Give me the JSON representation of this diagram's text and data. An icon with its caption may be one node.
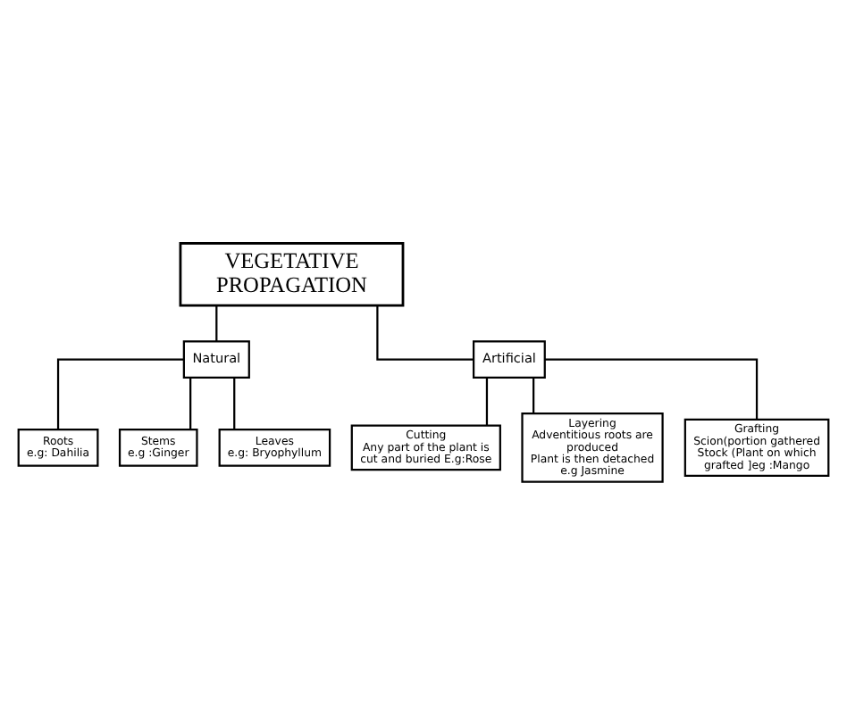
{
  "diagram": {
    "nodes": [
      {
        "text": [
          "VEGETATIVE PROPAGATION"
        ]
      },
      {
        "text": [
          "Natural"
        ]
      },
      {
        "text": [
          "Artificial"
        ]
      },
      {
        "text": [
          "Roots",
          "e.g: Dahilia"
        ]
      },
      {
        "text": [
          "Stems",
          "e.g :Ginger"
        ]
      },
      {
        "text": [
          "Leaves",
          "e.g: Bryophyllum"
        ]
      },
      {
        "text": [
          "Cutting",
          "Any part of the plant is cut and buried E.g:Rose"
        ]
      },
      {
        "text": [
          "Layering",
          "Adventitious roots are produced",
          "Plant is then detached",
          "e.g Jasmine"
        ]
      },
      {
        "text": [
          "Grafting",
          "Scion(portion gathered",
          "Stock (Plant on which grafted ]eg :Mango"
        ]
      }
    ],
    "edges": [
      {
        "from": 0,
        "to": 1,
        "arrow": "none"
      },
      {
        "from": 0,
        "to": 2,
        "arrow": "none"
      },
      {
        "from": 1,
        "to": 3,
        "arrow": "none"
      },
      {
        "from": 1,
        "to": 4,
        "arrow": "none"
      },
      {
        "from": 1,
        "to": 5,
        "arrow": "none"
      },
      {
        "from": 2,
        "to": 6,
        "arrow": "none"
      },
      {
        "from": 2,
        "to": 7,
        "arrow": "none"
      },
      {
        "from": 2,
        "to": 8,
        "arrow": "none"
      }
    ]
  }
}
